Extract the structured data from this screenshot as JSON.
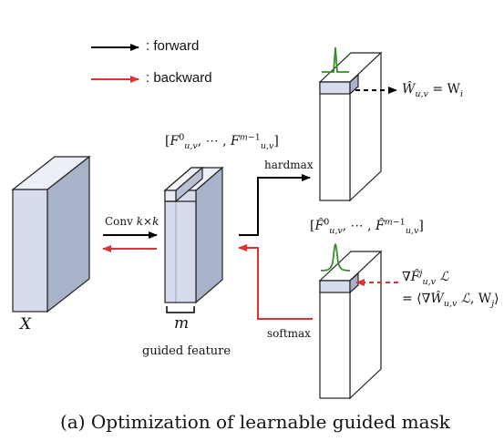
{
  "legend": {
    "forward_label": ": forward",
    "backward_label": ": backward",
    "forward_color": "#000000",
    "backward_color": "#e0312f"
  },
  "input": {
    "label": "X"
  },
  "conv": {
    "label": "Conv k×k"
  },
  "guided": {
    "set_label": "[F⁰_{u,v}, ⋯ , F^{m−1}_{u,v}]",
    "m_label": "m",
    "caption": "guided feature"
  },
  "hardmax": {
    "label": "hardmax",
    "weight_eq": "Ŵ_{u,v} = W_i"
  },
  "softmax": {
    "label": "softmax",
    "set_label": "[F̂⁰_{u,v}, ⋯ , F̂^{m−1}_{u,v}]",
    "grad_line1": "∇F̂^j_{u,v} ℒ",
    "grad_line2": "= ⟨∇Ŵ_{u,v} ℒ, W_j⟩"
  },
  "caption": "(a) Optimization of learnable guided mask",
  "colors": {
    "block_face": "#d6dcec",
    "block_side": "#a8b2c8",
    "block_stroke": "#222222",
    "peak": "#3a8a2e",
    "backward": "#e0312f"
  }
}
